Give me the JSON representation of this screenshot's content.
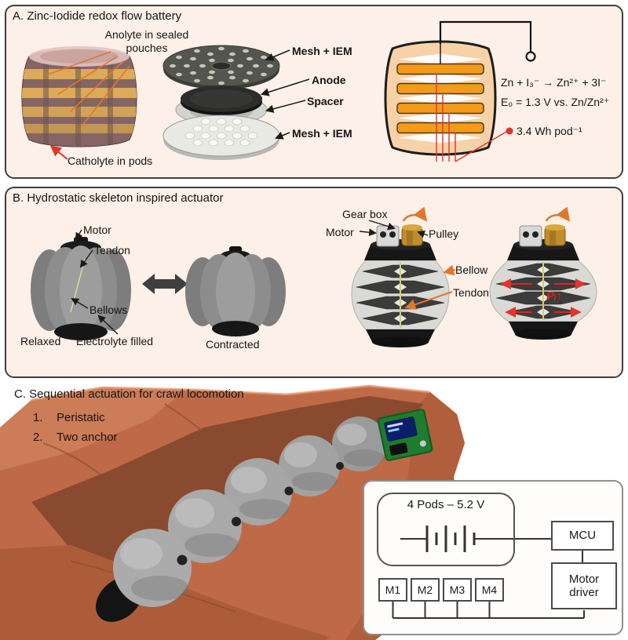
{
  "panel_a": {
    "title": "A. Zinc-Iodide redox flow battery",
    "anolyte_label": "Anolyte in sealed pouches",
    "catholyte_label": "Catholyte in pods",
    "mesh_top_label": "Mesh + IEM",
    "anode_label": "Anode",
    "spacer_label": "Spacer",
    "mesh_bottom_label": "Mesh + IEM",
    "reaction": "Zn + I₃⁻ → Zn²⁺ + 3I⁻",
    "potential": "E₀ = 1.3 V vs. Zn/Zn²⁺",
    "energy_density": "3.4 Wh pod⁻¹"
  },
  "panel_b": {
    "title": "B. Hydrostatic skeleton inspired actuator",
    "motor_label": "Motor",
    "tendon_label": "Tendon",
    "bellows_label": "Bellows",
    "relaxed_label": "Relaxed",
    "electrolyte_label": "Electrolyte filled",
    "contracted_label": "Contracted",
    "gearbox_label": "Gear box",
    "motor2_label": "Motor",
    "pulley_label": "Pulley",
    "bellow_label": "Bellow",
    "tendon2_label": "Tendon",
    "pressure_label": "Pᵢ↑"
  },
  "panel_c": {
    "title": "C. Sequential actuation for crawl locomotion",
    "items": [
      {
        "num": "1.",
        "label": "Peristatic"
      },
      {
        "num": "2.",
        "label": "Two anchor"
      }
    ],
    "circuit": {
      "battery_label": "4 Pods – 5.2 V",
      "mcu_label": "MCU",
      "motor_driver_label": "Motor driver",
      "motors": [
        "M1",
        "M2",
        "M3",
        "M4"
      ]
    }
  },
  "colors": {
    "panel_bg": "#fdf0e8",
    "accent_orange": "#e0772e",
    "accent_red": "#e0352b",
    "pouch_orange": "#f49b1c",
    "terracotta": "#bf6a47",
    "pcb_green": "#1e7b2f"
  }
}
